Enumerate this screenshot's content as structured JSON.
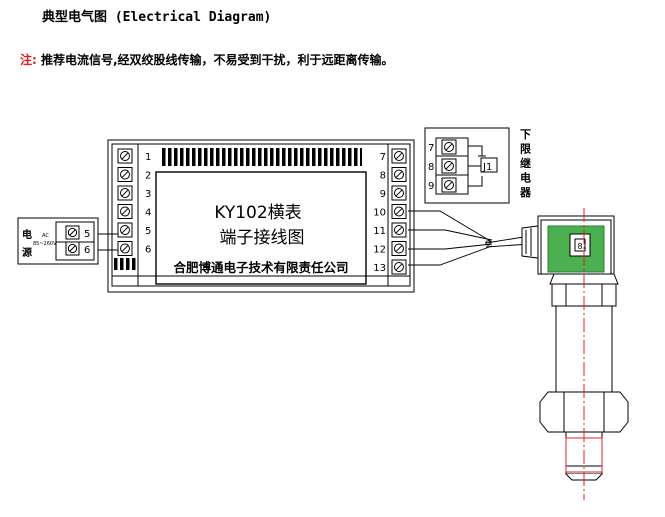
{
  "heading": "典型电气图 (Electrical Diagram)",
  "note": {
    "label": "注:",
    "text": "推荐电流信号,经双绞股线传输，不易受到干扰，利于远距离传输。"
  },
  "meter": {
    "model": "KY102横表",
    "subtitle": "端子接线图",
    "company": "合肥博通电子技术有限责任公司"
  },
  "terminals_left": [
    "1",
    "2",
    "3",
    "4",
    "5",
    "6"
  ],
  "terminals_right": [
    "7",
    "8",
    "9",
    "10",
    "11",
    "12",
    "13"
  ],
  "power": {
    "label_top": "电",
    "label_bottom": "源",
    "ac_label": "AC",
    "voltage": "85~260V",
    "terminals": [
      "5",
      "6"
    ]
  },
  "relay": {
    "terminals": [
      "7",
      "8",
      "9"
    ],
    "relay_label": "J1",
    "caption": "下限继电器"
  },
  "sensor": {
    "label": "8"
  }
}
